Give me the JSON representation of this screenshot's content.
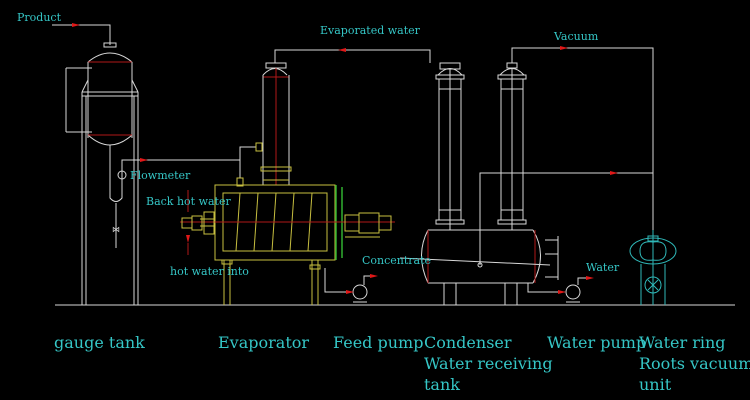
{
  "diagram": {
    "title": "Vacuum evaporator process flow",
    "flow_labels": {
      "product": "Product",
      "evaporated_water": "Evaporated water",
      "vacuum": "Vacuum",
      "flowmeter": "Flowmeter",
      "back_hot_water": "Back hot water",
      "hot_water_into": "hot water into",
      "concentrate": "Concentrate",
      "water": "Water"
    },
    "equipment_labels": {
      "gauge_tank": "gauge tank",
      "evaporator": "Evaporator",
      "feed_pump": "Feed pump",
      "condenser": "Condenser",
      "water_receiving_tank_line1": "Water receiving",
      "water_receiving_tank_line2": "tank",
      "water_pump": "Water pump",
      "water_ring_line1": "Water ring",
      "water_ring_line2": "Roots vacuum",
      "water_ring_line3": "unit"
    },
    "colors": {
      "background": "#000000",
      "label": "#35c6c6",
      "pipe": "#d8d8d8",
      "evaporator": "#c8c040",
      "flow_arrow": "#e01818",
      "vacuum_unit": "#2fb8b8"
    }
  }
}
